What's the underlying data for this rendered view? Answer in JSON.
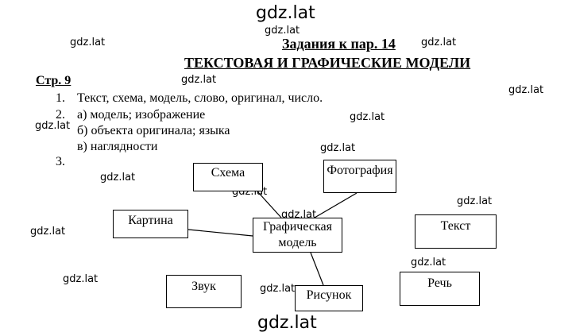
{
  "watermark": "gdz.lat",
  "heading": {
    "title": "Задания к пар. 14",
    "subtitle": "ТЕКСТОВАЯ И ГРАФИЧЕСКИЕ МОДЕЛИ"
  },
  "page_ref": "Стр. 9",
  "answers": [
    {
      "num": "1.",
      "text": "Текст, схема, модель, слово, оригинал, число."
    },
    {
      "num": "2.",
      "text": "а) модель; изображение"
    },
    {
      "num": "",
      "text": "б) объекта оригинала; языка"
    },
    {
      "num": "",
      "text": "в) наглядности"
    },
    {
      "num": "3.",
      "text": ""
    }
  ],
  "diagram": {
    "center": "Графическая модель",
    "linked": [
      "Схема",
      "Фотография",
      "Картина",
      "Рисунок"
    ],
    "unlinked": [
      "Текст",
      "Звук",
      "Речь"
    ]
  }
}
